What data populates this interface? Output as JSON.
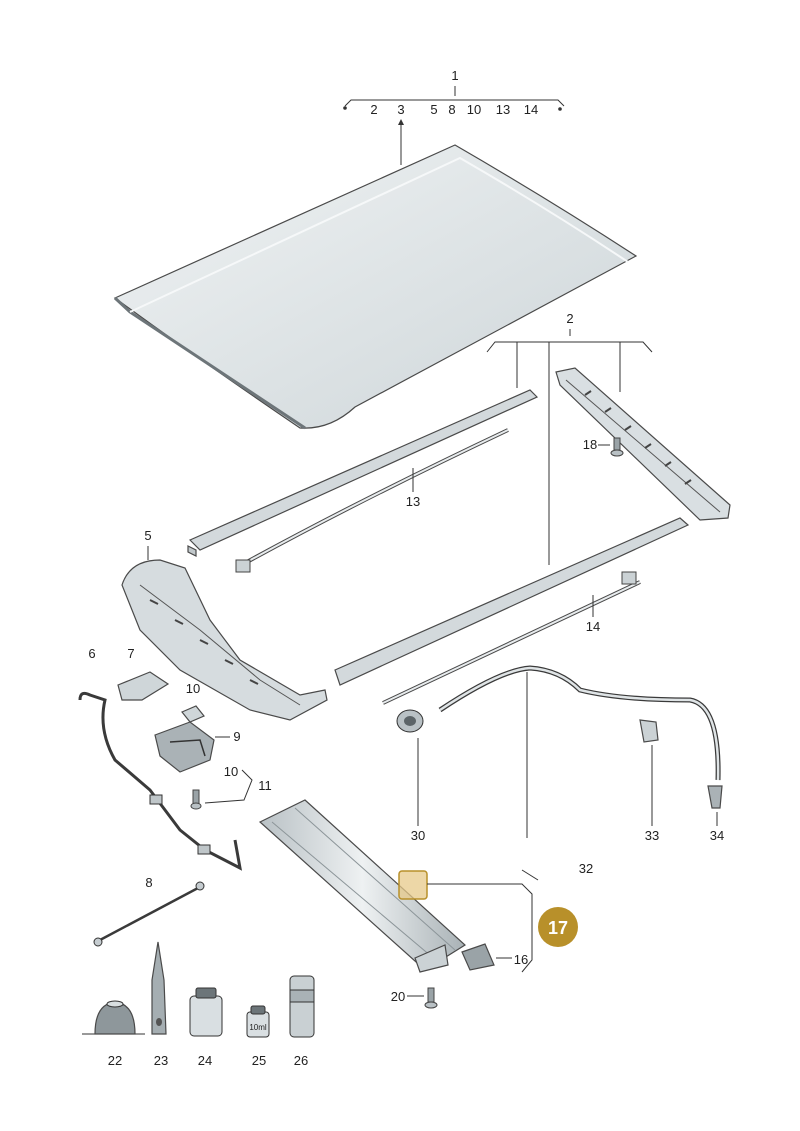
{
  "labels": {
    "l1": "1",
    "l1_sub": [
      "2",
      "3",
      "5",
      "8",
      "10",
      "13",
      "14"
    ],
    "l2": "2",
    "l5": "5",
    "l6": "6",
    "l7": "7",
    "l8": "8",
    "l9": "9",
    "l10a": "10",
    "l10b": "10",
    "l11": "11",
    "l13": "13",
    "l14": "14",
    "l16": "16",
    "l17": "17",
    "l18": "18",
    "l20": "20",
    "l22": "22",
    "l23": "23",
    "l24": "24",
    "l25": "25",
    "l26": "26",
    "l30": "30",
    "l32": "32",
    "l33": "33",
    "l34": "34",
    "bottle_text": "10ml"
  },
  "colors": {
    "highlight_badge": "#b8902a",
    "highlight_box": "#e7c98a",
    "part_fill": "#d7dde0",
    "roof_fill": "#e3e8ea"
  }
}
